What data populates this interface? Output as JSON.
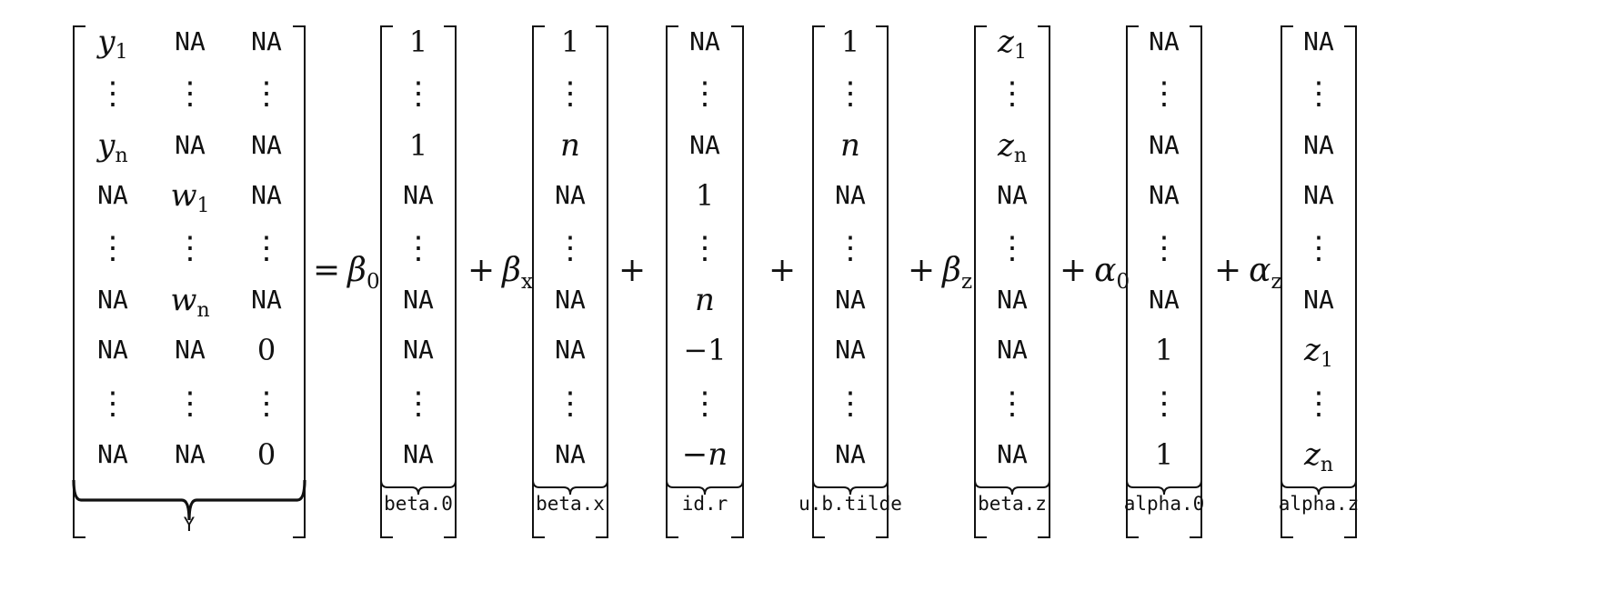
{
  "equals_sign": "=",
  "plus_sign": "+",
  "lhs": {
    "label": "Y",
    "columns": [
      [
        "y_1",
        "⋮",
        "y_n",
        "NA",
        "⋮",
        "NA",
        "NA",
        "⋮",
        "NA"
      ],
      [
        "NA",
        "⋮",
        "NA",
        "w_1",
        "⋮",
        "w_n",
        "NA",
        "⋮",
        "NA"
      ],
      [
        "NA",
        "⋮",
        "NA",
        "NA",
        "⋮",
        "NA",
        "0",
        "⋮",
        "0"
      ]
    ]
  },
  "terms": [
    {
      "coefficient": "β_0",
      "label": "beta.0",
      "column": [
        "1",
        "⋮",
        "1",
        "NA",
        "⋮",
        "NA",
        "NA",
        "⋮",
        "NA"
      ]
    },
    {
      "coefficient": "β_x",
      "label": "beta.x",
      "column": [
        "1",
        "⋮",
        "n",
        "NA",
        "⋮",
        "NA",
        "NA",
        "⋮",
        "NA"
      ]
    },
    {
      "coefficient": "",
      "label": "id.r",
      "column": [
        "NA",
        "⋮",
        "NA",
        "1",
        "⋮",
        "n",
        "−1",
        "⋮",
        "−n"
      ]
    },
    {
      "coefficient": "",
      "label": "u.b.tilde",
      "column": [
        "1",
        "⋮",
        "n",
        "NA",
        "⋮",
        "NA",
        "NA",
        "⋮",
        "NA"
      ]
    },
    {
      "coefficient": "β_z",
      "label": "beta.z",
      "column": [
        "z_1",
        "⋮",
        "z_n",
        "NA",
        "⋮",
        "NA",
        "NA",
        "⋮",
        "NA"
      ]
    },
    {
      "coefficient": "α_0",
      "label": "alpha.0",
      "column": [
        "NA",
        "⋮",
        "NA",
        "NA",
        "⋮",
        "NA",
        "1",
        "⋮",
        "1"
      ]
    },
    {
      "coefficient": "α_z",
      "label": "alpha.z",
      "column": [
        "NA",
        "⋮",
        "NA",
        "NA",
        "⋮",
        "NA",
        "z_1",
        "⋮",
        "z_n"
      ]
    }
  ]
}
